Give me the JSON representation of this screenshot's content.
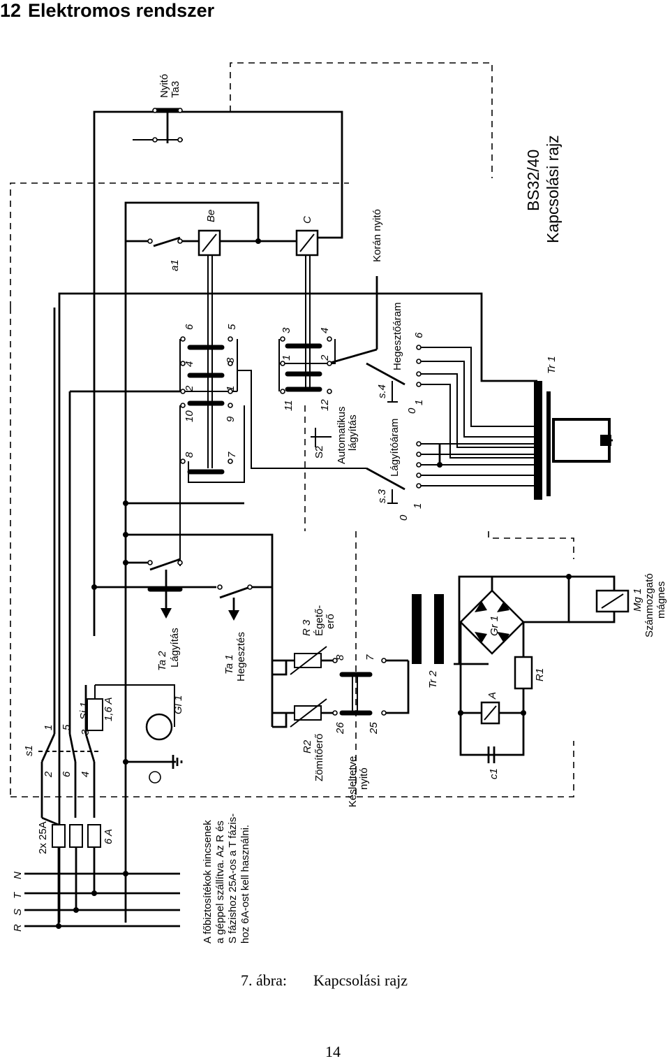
{
  "header": {
    "number": "12",
    "title": "Elektromos rendszer"
  },
  "schematic": {
    "title_line1": "BS32/40",
    "title_line2": "Kapcsolási rajz",
    "switches": {
      "ta3": [
        "Nyitó",
        "Ta3"
      ],
      "a1": "a1",
      "be": "Be",
      "c": "C",
      "koran_nyito": "Korán nyitó",
      "hegeszoaram": "Hegesztőáram",
      "lagyitoaram": "Lágyítóáram",
      "automatikus": [
        "Automatikus",
        "lágyítás"
      ],
      "s2": "S2",
      "s3": "s.3",
      "s4": "s.4",
      "ta2": [
        "Ta 2",
        "Lágyítás"
      ],
      "ta1": [
        "Ta 1",
        "Hegesztés"
      ],
      "r3": [
        "R 3",
        "Égető-",
        "erő"
      ],
      "r2": [
        "R2",
        "Zömítőerő"
      ],
      "keslelteto": [
        "Késleltetve",
        "nyitó"
      ],
      "tr1": "Tr 1",
      "tr2": "Tr 2",
      "gr1": "Gr 1",
      "r1": "R1",
      "a": "A",
      "c1": "c1",
      "mg1": [
        "Mg 1",
        "Szánmozgató",
        "mágnes"
      ],
      "s1": "s1",
      "si1": "Si 1",
      "fuse16": "1,6 A",
      "gl1": "Gl 1",
      "fuse25": "2x 25A",
      "fuse6": "6 A"
    },
    "contacts": [
      "1",
      "2",
      "3",
      "4",
      "5",
      "6",
      "7",
      "8",
      "9",
      "10",
      "11",
      "12",
      "25",
      "26",
      "0",
      "0",
      "1",
      "1"
    ],
    "lines": [
      "N",
      "T",
      "S",
      "R"
    ],
    "note": [
      "A főbiztosítékok nincsenek",
      "a géppel szállítva. Az R és",
      "S fázishoz 25A-os a T fázis-",
      "hoz 6A-ost kell használni."
    ]
  },
  "caption": {
    "label": "7. ábra:",
    "text": "Kapcsolási rajz"
  },
  "page_number": "14"
}
